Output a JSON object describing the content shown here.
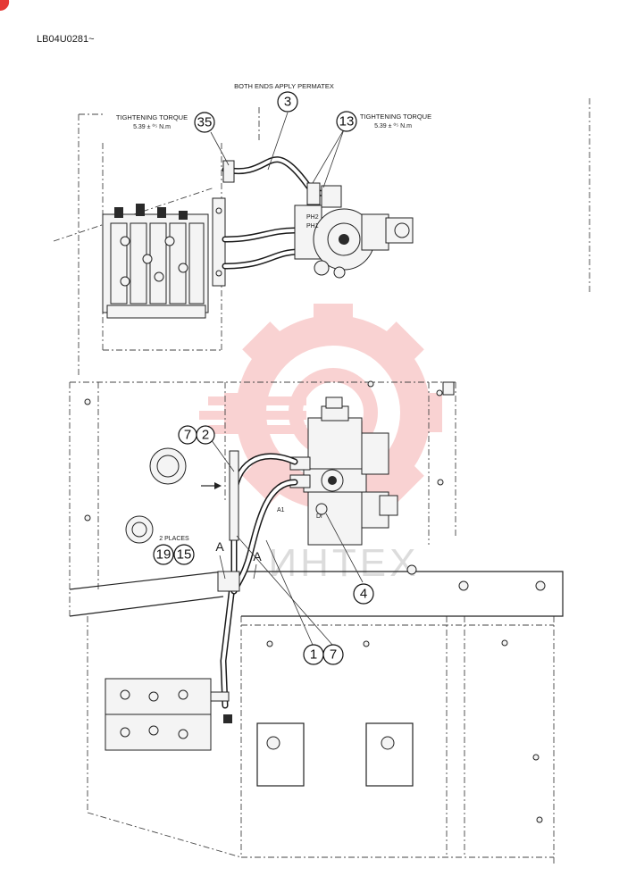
{
  "doc": {
    "code": "LB04U0281~"
  },
  "top_view": {
    "note_ends": "BOTH ENDS APPLY PERMATEX",
    "torque_left": {
      "title": "TIGHTENING TORQUE",
      "value": "5.39 ± ⁰⁵ N.m"
    },
    "torque_right": {
      "title": "TIGHTENING TORQUE",
      "value": "5.39 ± ⁰⁵ N.m"
    },
    "port_labels": [
      "PH2",
      "PH1"
    ]
  },
  "callouts": {
    "c3": "3",
    "c35": "35",
    "c13": "13",
    "c7a": "7",
    "c2": "2",
    "c19": "19",
    "c15": "15",
    "c4": "4",
    "c1": "1",
    "c7b": "7"
  },
  "bottom_view": {
    "places_note": "2 PLACES",
    "section_a_left": "A",
    "section_a_right": "A",
    "port_a1": "A1",
    "port_dr": "Dr"
  },
  "watermark": {
    "text": "ИНТЕХ",
    "color": "#e53935"
  }
}
